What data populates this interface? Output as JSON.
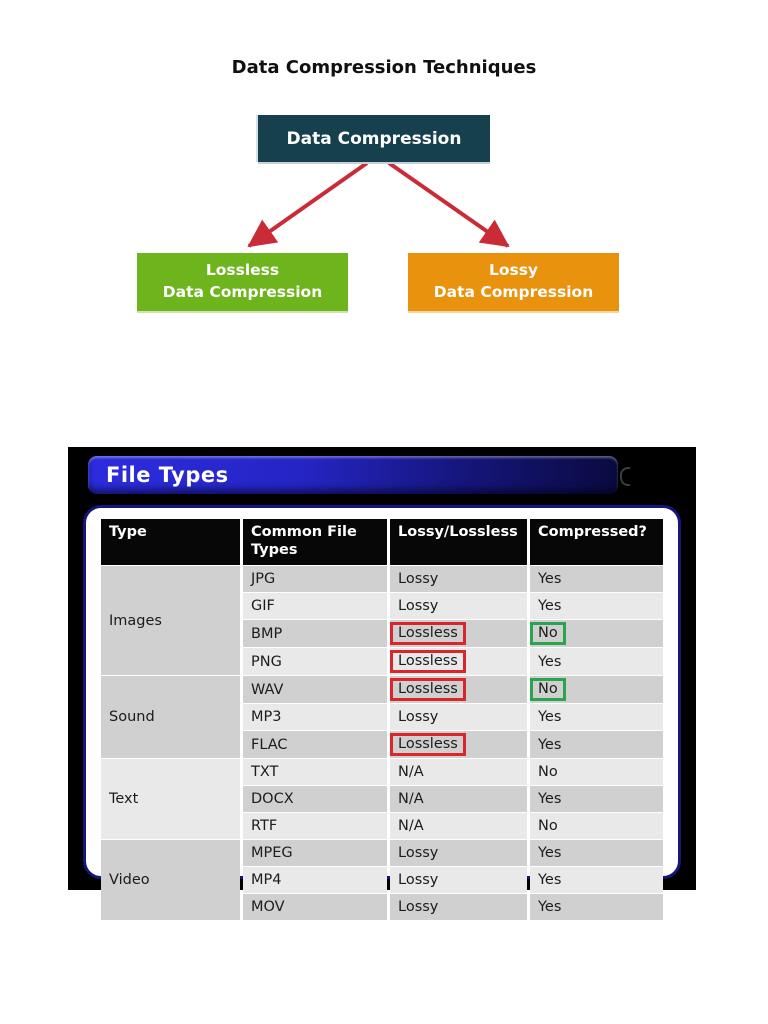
{
  "page": {
    "title": "Data Compression Techniques"
  },
  "diagram": {
    "root_label": "Data Compression",
    "lossless": {
      "line1": "Lossless",
      "line2": "Data Compression"
    },
    "lossy": {
      "line1": "Lossy",
      "line2": "Data Compression"
    },
    "colors": {
      "root_box": "#17404f",
      "lossless_box": "#6eb41d",
      "lossy_box": "#e8920e",
      "arrow": "#c92b37"
    }
  },
  "file_types": {
    "title": "File Types",
    "columns": [
      "Type",
      "Common File Types",
      "Lossy/Lossless",
      "Compressed?"
    ],
    "colors": {
      "header_bar": "#2525c4",
      "card_border": "#15157c",
      "row_dark": "#d0d0d0",
      "row_light": "#e9e9e9",
      "highlight_red": "#d8272a",
      "highlight_green": "#2aa44e"
    },
    "groups": [
      {
        "type": "Images",
        "rows": [
          {
            "file": "JPG",
            "method": "Lossy",
            "compressed": "Yes",
            "method_boxed": false,
            "compressed_boxed": false
          },
          {
            "file": "GIF",
            "method": "Lossy",
            "compressed": "Yes",
            "method_boxed": false,
            "compressed_boxed": false
          },
          {
            "file": "BMP",
            "method": "Lossless",
            "compressed": "No",
            "method_boxed": true,
            "compressed_boxed": true
          },
          {
            "file": "PNG",
            "method": "Lossless",
            "compressed": "Yes",
            "method_boxed": true,
            "compressed_boxed": false
          }
        ]
      },
      {
        "type": "Sound",
        "rows": [
          {
            "file": "WAV",
            "method": "Lossless",
            "compressed": "No",
            "method_boxed": true,
            "compressed_boxed": true
          },
          {
            "file": "MP3",
            "method": "Lossy",
            "compressed": "Yes",
            "method_boxed": false,
            "compressed_boxed": false
          },
          {
            "file": "FLAC",
            "method": "Lossless",
            "compressed": "Yes",
            "method_boxed": true,
            "compressed_boxed": false
          }
        ]
      },
      {
        "type": "Text",
        "rows": [
          {
            "file": "TXT",
            "method": "N/A",
            "compressed": "No",
            "method_boxed": false,
            "compressed_boxed": false
          },
          {
            "file": "DOCX",
            "method": "N/A",
            "compressed": "Yes",
            "method_boxed": false,
            "compressed_boxed": false
          },
          {
            "file": "RTF",
            "method": "N/A",
            "compressed": "No",
            "method_boxed": false,
            "compressed_boxed": false
          }
        ]
      },
      {
        "type": "Video",
        "rows": [
          {
            "file": "MPEG",
            "method": "Lossy",
            "compressed": "Yes",
            "method_boxed": false,
            "compressed_boxed": false
          },
          {
            "file": "MP4",
            "method": "Lossy",
            "compressed": "Yes",
            "method_boxed": false,
            "compressed_boxed": false
          },
          {
            "file": "MOV",
            "method": "Lossy",
            "compressed": "Yes",
            "method_boxed": false,
            "compressed_boxed": false
          }
        ]
      }
    ]
  }
}
